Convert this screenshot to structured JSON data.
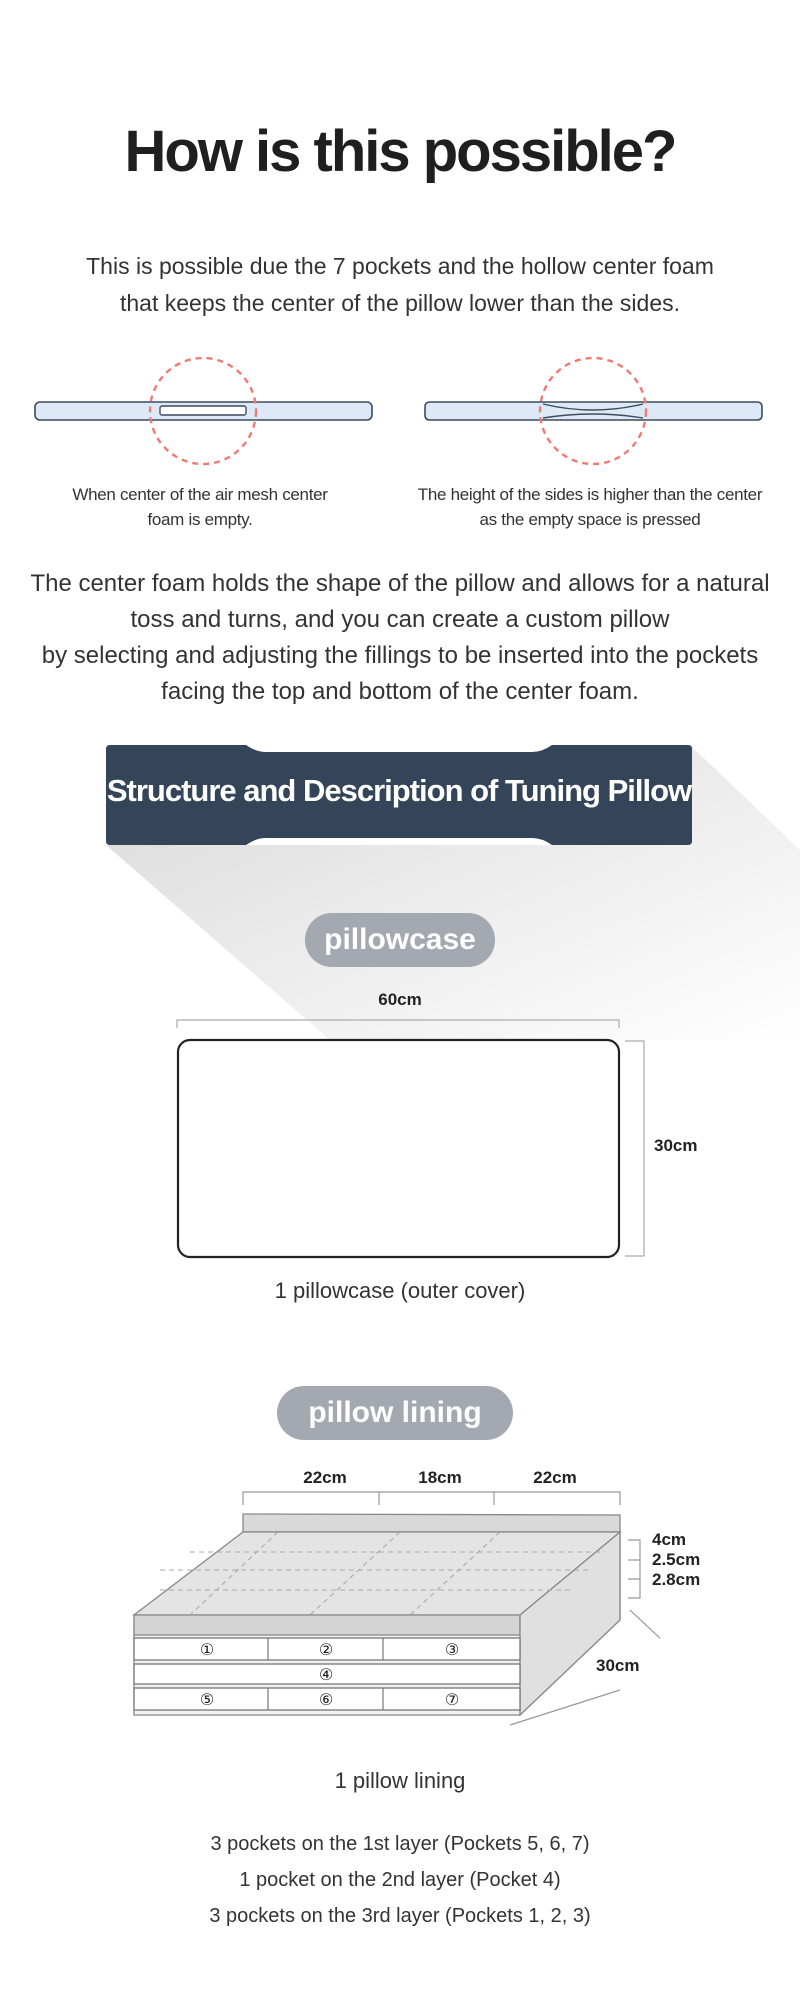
{
  "title": "How is this possible?",
  "intro": [
    "This is possible due the 7 pockets and the hollow center foam",
    "that keeps the center of the pillow lower than the sides."
  ],
  "captions": {
    "left": [
      "When center of the air mesh center",
      "foam is empty."
    ],
    "right": [
      "The height of the sides is higher than the center",
      "as the empty space is pressed"
    ]
  },
  "description": [
    "The center foam holds the shape of the pillow and allows for a natural",
    "toss and turns, and you can create a custom pillow",
    "by selecting and adjusting the fillings to be inserted into the pockets",
    "facing the top and bottom of the center foam."
  ],
  "banner": "Structure and Description of Tuning Pillow",
  "pillowcase": {
    "label": "pillowcase",
    "width": "60cm",
    "height": "30cm",
    "caption": "1 pillowcase (outer cover)"
  },
  "lining": {
    "label": "pillow lining",
    "widths": [
      "22cm",
      "18cm",
      "22cm"
    ],
    "heights": [
      "4cm",
      "2.5cm",
      "2.8cm"
    ],
    "depth": "30cm",
    "pockets": [
      "①",
      "②",
      "③",
      "④",
      "⑤",
      "⑥",
      "⑦"
    ],
    "caption": "1 pillow lining",
    "layers": [
      "3 pockets on the 1st layer (Pockets 5, 6, 7)",
      "1 pocket on the 2nd layer (Pocket 4)",
      "3 pockets on the 3rd layer (Pockets 1, 2, 3)"
    ]
  },
  "colors": {
    "banner": "#34455a",
    "pill": "#a3a8b1",
    "dashed_circle": "#f07a72",
    "foam": "#dde9f6"
  }
}
